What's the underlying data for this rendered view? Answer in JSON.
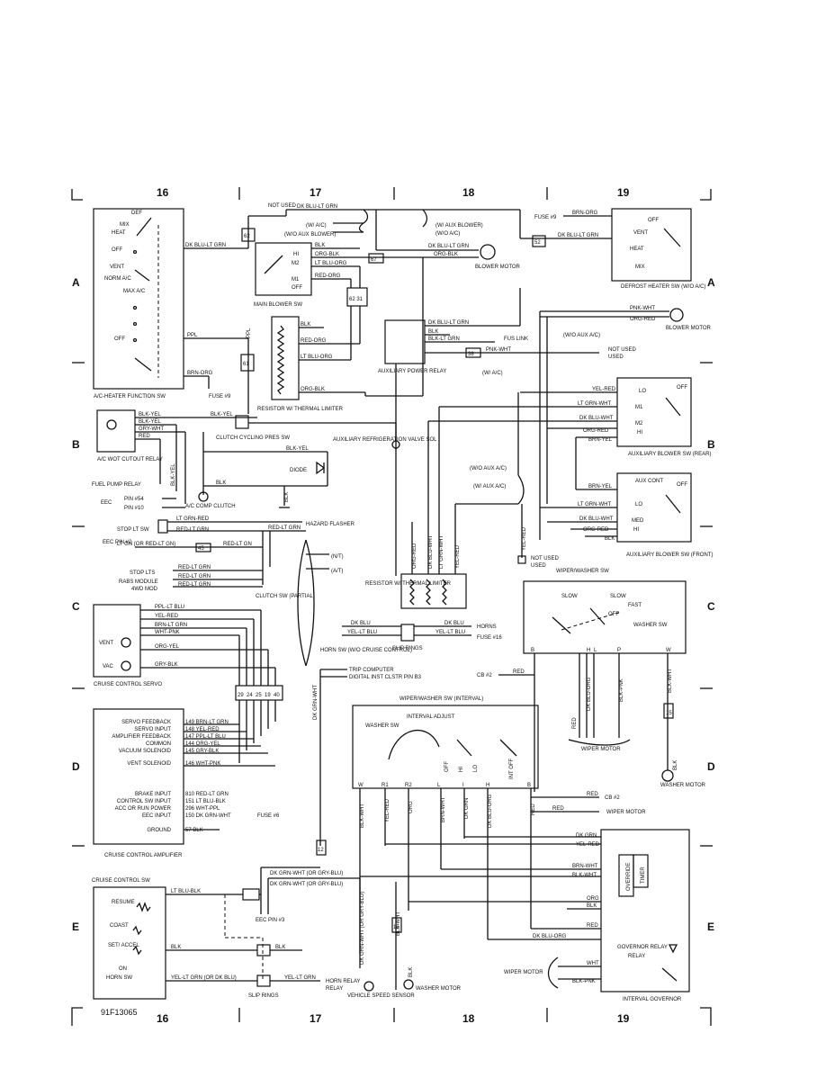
{
  "figure_id": "91F13065",
  "grid": {
    "columns": [
      "16",
      "17",
      "18",
      "19"
    ],
    "rows": [
      "A",
      "B",
      "C",
      "D",
      "E"
    ]
  },
  "components": {
    "ac_heater_function_sw": {
      "title": "A/C-HEATER FUNCTION SW",
      "positions": [
        "DEF",
        "MIX",
        "HEAT",
        "OFF",
        "VENT",
        "NORM A/C",
        "MAX A/C",
        "OFF"
      ],
      "wires": [
        "DK BLU-LT GRN",
        "PPL",
        "BRN-ORG"
      ],
      "fuse": "FUSE #9"
    },
    "main_blower_sw": {
      "title": "MAIN BLOWER SW",
      "positions": [
        "HI",
        "M2",
        "M1",
        "OFF"
      ],
      "wires": [
        "BLK",
        "ORG-BLK",
        "LT BLU-ORG",
        "RED-ORG"
      ]
    },
    "resistor_thermal_main": {
      "title": "RESISTOR W/ THERMAL LIMITER",
      "wires": [
        "BLK",
        "RED-ORG",
        "LT BLU-ORG",
        "ORG-BLK"
      ]
    },
    "top_wires": {
      "not_used": "NOT USED",
      "wire1": "DK BLU-LT GRN",
      "with_ac": "(W/ A/C)",
      "wo_aux_blower": "(W/O AUX BLOWER)",
      "with_aux_blower": "(W/ AUX BLOWER)",
      "wo_ac": "(W/O A/C)",
      "orgblk": "ORG-BLK"
    },
    "blower_motor_top": {
      "title": "BLOWER MOTOR",
      "wires": [
        "DK BLU-LT GRN",
        "ORG-BLK"
      ]
    },
    "defrost_heater_sw": {
      "title": "DEFROST HEATER SW (W/O A/C)",
      "fuse": "FUSE #9",
      "wires": [
        "BRN-ORG",
        "DK BLU-LT GRN"
      ],
      "positions": [
        "OFF",
        "VENT",
        "HEAT",
        "MIX"
      ]
    },
    "aux_power_relay": {
      "title": "AUXILIARY POWER RELAY",
      "wires": [
        "DK BLU-LT GRN",
        "BLK",
        "BLK-LT GRN",
        "PNK-WHT"
      ],
      "fus_link": "FUS LINK",
      "not_used": "NOT USED",
      "wo_ac": "(W/O A/C)",
      "with_ac": "(W/ A/C)",
      "wo_aux_ac": "(W/O AUX A/C)"
    },
    "blower_motor_right": {
      "title": "BLOWER MOTOR",
      "wires": [
        "PNK-WHT",
        "ORG-RED"
      ]
    },
    "aux_blower_sw_rear": {
      "title": "AUXILIARY BLOWER SW (REAR)",
      "positions": [
        "LO",
        "OFF",
        "M1",
        "M2",
        "HI"
      ],
      "wires": [
        "YEL-RED",
        "LT GRN-WHT",
        "DK BLU-WHT",
        "ORG-RED",
        "BRN-YEL"
      ]
    },
    "aux_blower_sw_front": {
      "title": "AUXILIARY BLOWER SW (FRONT)",
      "positions": [
        "AUX CONT",
        "OFF",
        "LO",
        "MED",
        "HI"
      ],
      "wires": [
        "BRN-YEL",
        "LT GRN-WHT",
        "DK BLU-WHT",
        "ORG-RED",
        "BLK"
      ]
    },
    "ac_wot_cutout_relay": {
      "title": "A/C WOT CUTOUT RELAY",
      "wires": [
        "BLK-YEL",
        "BLK-YEL",
        "GRY-WHT",
        "RED"
      ],
      "fuel_pump_relay": "FUEL PUMP RELAY",
      "eec_pin54": "PIN #54",
      "eec_pin10": "PIN #10",
      "eec": "EEC"
    },
    "clutch_cycling_sw": {
      "title": "CLUTCH CYCLING PRES SW",
      "wire": "BLK-YEL"
    },
    "aux_refrig_valve": {
      "title": "AUXILIARY REFRIGERATION VALVE SOL",
      "wire": "PNK-WHT"
    },
    "diode": {
      "title": "DIODE",
      "wires": [
        "BLK-YEL",
        "BLK"
      ]
    },
    "ac_comp_clutch": {
      "title": "A/C COMP CLUTCH",
      "wires": [
        "BLK-YEL",
        "BLK"
      ]
    },
    "stop_lt_sw": {
      "title": "STOP LT SW",
      "wires": [
        "LT GRN-RED",
        "RED-LT GRN"
      ],
      "hazard": "HAZARD FLASHER",
      "eec_pin2": "EEC PIN #2",
      "eec_wire": "LT GN (OR RED-LT GN)",
      "eec_wire_num": "45",
      "eec_wire2": "RED-LT GN",
      "loads": [
        "STOP LTS",
        "RABS MODULE",
        "4WD MOD"
      ],
      "clutch_sw": "CLUTCH SW (PARTIAL)",
      "nt": "(N/T)",
      "at": "(A/T)"
    },
    "resistor_thermal_aux": {
      "title": "RESISTOR W/ THERMAL LIMITER",
      "wires": [
        "ORG-RED",
        "DK BLU-WHT",
        "LT GRN-WHT",
        "YEL-RED"
      ],
      "wo_aux_ac": "(W/O AUX A/C)",
      "w_aux_ac": "(W/ AUX A/C)",
      "not_used": "NOT USED",
      "yel_red": "YEL-RED"
    },
    "cruise_control_servo": {
      "title": "CRUISE CONTROL SERVO",
      "wires": [
        "PPL-LT BLU",
        "YEL-RED",
        "BRN-LT GRN",
        "WHT-PNK",
        "ORG-YEL",
        "GRY-BLK"
      ],
      "labels": [
        "VENT",
        "VAC"
      ],
      "pins": [
        "29",
        "24",
        "25",
        "19",
        "40"
      ]
    },
    "horn_slip": {
      "horn_sw": "HORN SW (W/O CRUISE CONTROL)",
      "slip_rings": "SLIP RINGS",
      "wires": [
        "DK BLU",
        "YEL-LT BLU",
        "DK BLU",
        "YEL-LT BLU"
      ],
      "horns": "HORNS",
      "fuse16": "FUSE #16",
      "trip_computer": "TRIP COMPUTER",
      "digital_inst": "DIGITAL INST CLSTR PIN B3",
      "dk_grn_wht": "DK GRN-WHT"
    },
    "cruise_amplifier": {
      "title": "CRUISE CONTROL AMPLIFIER",
      "inputs": [
        {
          "name": "SERVO FEEDBACK",
          "wire": "149 BRN-LT GRN"
        },
        {
          "name": "SERVO INPUT",
          "wire": "148 YEL-RED"
        },
        {
          "name": "AMPLIFIER FEEDBACK",
          "wire": "147 PPL-LT BLU"
        },
        {
          "name": "COMMON",
          "wire": "144 ORG-YEL"
        },
        {
          "name": "VACUUM SOLENOID",
          "wire": "145 GRY-BLK"
        },
        {
          "name": "VENT SOLENOID",
          "wire": "146 WHT-PNK"
        },
        {
          "name": "BRAKE INPUT",
          "wire": "810 RED-LT GRN"
        },
        {
          "name": "CONTROL SW INPUT",
          "wire": "151 LT BLU-BLK"
        },
        {
          "name": "ACC OR RUN POWER",
          "wire": "296 WHT-PPL"
        },
        {
          "name": "EEC INPUT",
          "wire": "150 DK GRN-WHT"
        },
        {
          "name": "GROUND",
          "wire": "57 BLK"
        }
      ],
      "fuse6": "FUSE #6"
    },
    "wiper_washer_sw": {
      "title": "WIPER/WASHER SW",
      "positions": [
        "SLOW",
        "SLOW",
        "FAST",
        "OFF"
      ],
      "terminals": [
        "B",
        "H",
        "L",
        "P",
        "W"
      ],
      "washer_sw": "WASHER SW",
      "cb2": "CB #2",
      "wires": [
        "RED",
        "DK BLU-ORG",
        "BLK-PNK",
        "BLK-WHT",
        "RED"
      ],
      "wiper_motor": "WIPER MOTOR",
      "washer_motor": "WASHER MOTOR",
      "wire15": "15",
      "blk": "BLK"
    },
    "wiper_washer_sw_interval": {
      "title": "WIPER/WASHER SW (INTERVAL)",
      "interval_adjust": "INTERVAL ADJUST",
      "washer_sw": "WASHER SW",
      "positions": [
        "OFF",
        "HI",
        "LO",
        "INT OFF"
      ],
      "terminals": [
        "W",
        "R1",
        "R2",
        "L",
        "I",
        "H",
        "B"
      ],
      "wires": [
        "BLK-WHT",
        "YEL-RED",
        "ORG",
        "BRN-WHT",
        "DK GRN",
        "DK BLU-ORG",
        "RED"
      ],
      "cb2": "CB #2",
      "red1": "RED",
      "red2": "RED",
      "wiper_motor": "WIPER MOTOR"
    },
    "interval_governor": {
      "title": "INTERVAL GOVERNOR",
      "wires": [
        "DK GRN",
        "YEL-RED",
        "BRN-WHT",
        "BLK-WHT",
        "ORG",
        "BLK",
        "RED",
        "DK BLU-ORG",
        "WHT",
        "BLK-PNK"
      ],
      "override": "OVERRIDE",
      "timer": "TIMER",
      "governor_relay": "GOVERNOR RELAY",
      "wiper_motor": "WIPER MOTOR"
    },
    "cruise_control_sw": {
      "title": "CRUISE CONTROL SW",
      "buttons": [
        "RESUME",
        "COAST",
        "SET/ ACCEL",
        "ON",
        "HORN SW"
      ],
      "wires": [
        "LT BLU-BLK",
        "BLK",
        "YEL-LT GRN (OR DK BLU)",
        "YEL-LT GRN"
      ],
      "eec_pin3": "EEC PIN #3",
      "slip_rings": "SLIP RINGS",
      "horn_relay": "HORN RELAY",
      "vss_wires": [
        "DK GRN-WHT (OR GRY-BLU)",
        "DK GRN-WHT (OR GRY-BLU)"
      ],
      "vss": "VEHICLE SPEED SENSOR",
      "vss_wire_vert": "DK GRN-WHT (OR GRY-BLU)",
      "washer_motor": "WASHER MOTOR",
      "blk_wht": "BLK-WHT",
      "blk": "BLK",
      "wire15": "15",
      "wire12": "12"
    }
  }
}
